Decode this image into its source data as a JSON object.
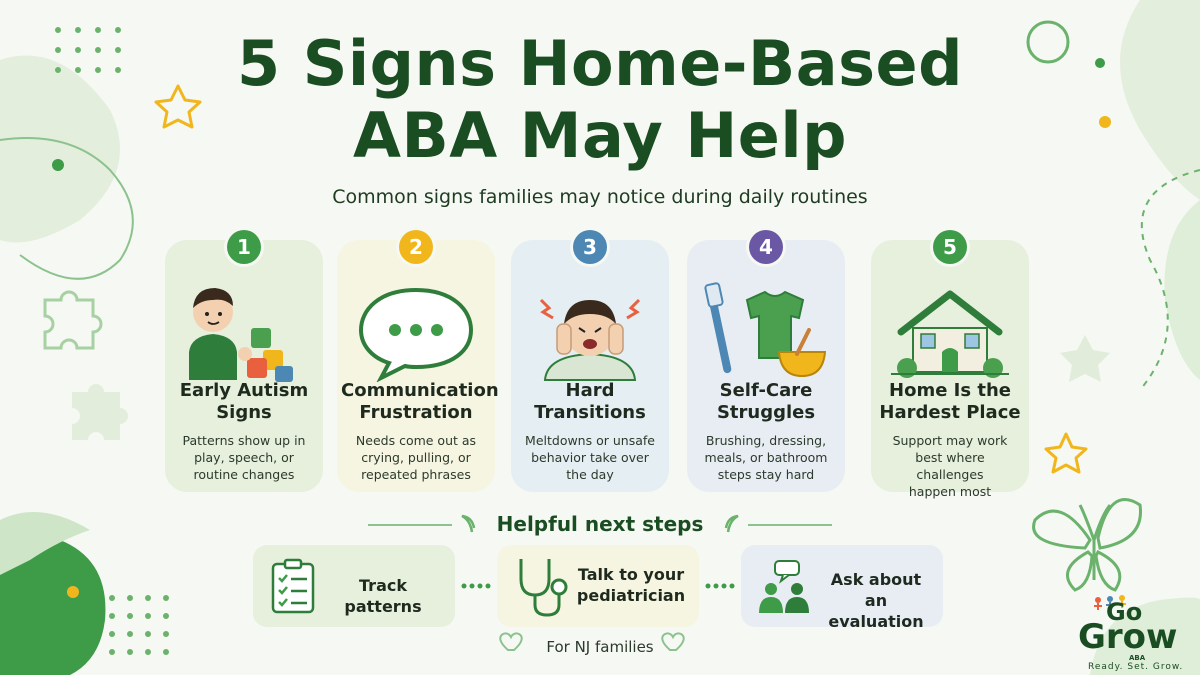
{
  "title_line1": "5 Signs Home-Based",
  "title_line2": "ABA May Help",
  "subtitle": "Common signs families may notice during daily routines",
  "colors": {
    "dark_green": "#1b4d23",
    "green": "#3e9b48",
    "yellow": "#f2b61d",
    "blue": "#4d87b3",
    "purple": "#6a58a4"
  },
  "cards": [
    {
      "number": "1",
      "title": "Early Autism Signs",
      "title_l1": "Early Autism",
      "title_l2": "Signs",
      "desc_l1": "Patterns show up in",
      "desc_l2": "play, speech, or",
      "desc_l3": "routine changes",
      "icon": "child-blocks-icon"
    },
    {
      "number": "2",
      "title": "Communication Frustration",
      "title_l1": "Communication",
      "title_l2": "Frustration",
      "desc_l1": "Needs come out as",
      "desc_l2": "crying, pulling, or",
      "desc_l3": "repeated phrases",
      "icon": "speech-bubble-icon"
    },
    {
      "number": "3",
      "title": "Hard Transitions",
      "title_l1": "Hard",
      "title_l2": "Transitions",
      "desc_l1": "Meltdowns or unsafe",
      "desc_l2": "behavior take over",
      "desc_l3": "the day",
      "icon": "upset-child-icon"
    },
    {
      "number": "4",
      "title": "Self-Care Struggles",
      "title_l1": "Self-Care",
      "title_l2": "Struggles",
      "desc_l1": "Brushing, dressing,",
      "desc_l2": "meals, or bathroom",
      "desc_l3": "steps stay hard",
      "icon": "toothbrush-shirt-bowl-icon"
    },
    {
      "number": "5",
      "title": "Home Is the Hardest Place",
      "title_l1": "Home Is the",
      "title_l2": "Hardest Place",
      "desc_l1": "Support may work",
      "desc_l2": "best where challenges",
      "desc_l3": "happen most",
      "icon": "house-icon"
    }
  ],
  "next_steps": {
    "heading": "Helpful next steps",
    "items": [
      {
        "l1": "Track patterns",
        "l2": "",
        "icon": "clipboard-checklist-icon"
      },
      {
        "l1": "Talk to your",
        "l2": "pediatrician",
        "icon": "stethoscope-icon"
      },
      {
        "l1": "Ask about an",
        "l2": "evaluation",
        "icon": "people-chat-icon"
      }
    ]
  },
  "footer": "For NJ families",
  "logo": {
    "go": "Go",
    "grow": "Grow",
    "aba": "ABA",
    "tagline": "Ready. Set. Grow."
  }
}
